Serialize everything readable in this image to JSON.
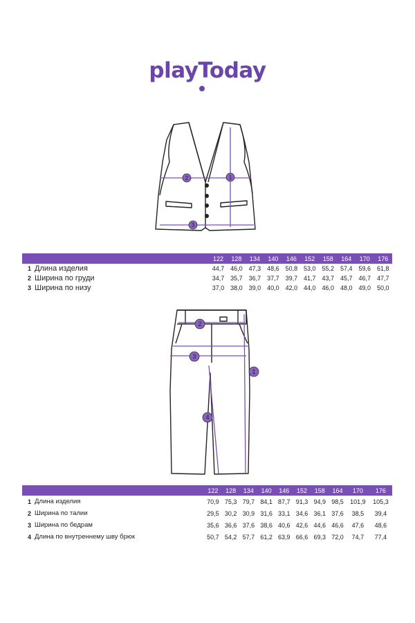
{
  "brand": {
    "logo_text": "playToday",
    "color": "#6b45a8"
  },
  "accent_color": "#7a4fb5",
  "vest": {
    "markers": [
      "1",
      "2",
      "3"
    ],
    "table": {
      "sizes": [
        "122",
        "128",
        "134",
        "140",
        "146",
        "152",
        "158",
        "164",
        "170",
        "176"
      ],
      "rows": [
        {
          "num": "1",
          "label": "Длина изделия",
          "values": [
            "44,7",
            "46,0",
            "47,3",
            "48,6",
            "50,8",
            "53,0",
            "55,2",
            "57,4",
            "59,6",
            "61,8"
          ]
        },
        {
          "num": "2",
          "label": "Ширина по груди",
          "values": [
            "34,7",
            "35,7",
            "36,7",
            "37,7",
            "39,7",
            "41,7",
            "43,7",
            "45,7",
            "46,7",
            "47,7"
          ]
        },
        {
          "num": "3",
          "label": "Ширина по низу",
          "values": [
            "37,0",
            "38,0",
            "39,0",
            "40,0",
            "42,0",
            "44,0",
            "46,0",
            "48,0",
            "49,0",
            "50,0"
          ]
        }
      ]
    }
  },
  "pants": {
    "markers": [
      "1",
      "2",
      "3",
      "4"
    ],
    "table": {
      "sizes": [
        "122",
        "128",
        "134",
        "140",
        "146",
        "152",
        "158",
        "164",
        "170",
        "176"
      ],
      "rows": [
        {
          "num": "1",
          "label": "Длина изделия",
          "values": [
            "70,9",
            "75,3",
            "79,7",
            "84,1",
            "87,7",
            "91,3",
            "94,9",
            "98,5",
            "101,9",
            "105,3"
          ]
        },
        {
          "num": "2",
          "label": "Ширина по талии",
          "values": [
            "29,5",
            "30,2",
            "30,9",
            "31,6",
            "33,1",
            "34,6",
            "36,1",
            "37,6",
            "38,5",
            "39,4"
          ]
        },
        {
          "num": "3",
          "label": "Ширина по бедрам",
          "values": [
            "35,6",
            "36,6",
            "37,6",
            "38,6",
            "40,6",
            "42,6",
            "44,6",
            "46,6",
            "47,6",
            "48,6"
          ]
        },
        {
          "num": "4",
          "label": "Длина по внутреннему шву брюк",
          "values": [
            "50,7",
            "54,2",
            "57,7",
            "61,2",
            "63,9",
            "66,6",
            "69,3",
            "72,0",
            "74,7",
            "77,4"
          ]
        }
      ]
    }
  }
}
